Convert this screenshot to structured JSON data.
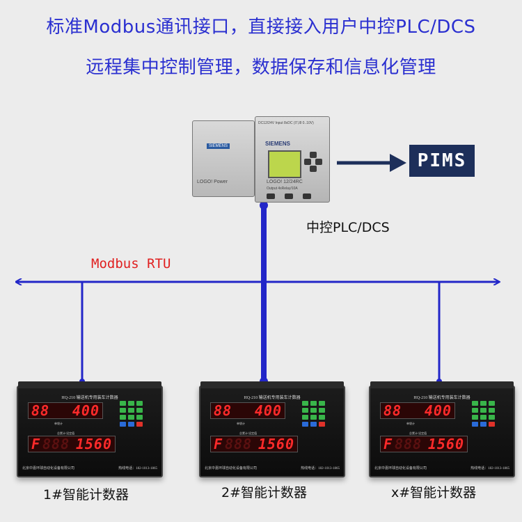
{
  "headline": {
    "line1": "标准Modbus通讯接口，直接接入用户中控PLC/DCS",
    "line2": "远程集中控制管理，数据保存和信息化管理"
  },
  "plc": {
    "label": "中控PLC/DCS",
    "brand": "SIEMENS",
    "logo_left": "LOGO! Power",
    "logo_right": "LOGO! 12/24RC",
    "top_text": "DC12/24V   Input 8xDC (I7,I8 0..10V)",
    "bottom_text": "Output 4xRelay/10A"
  },
  "pims": {
    "label": "PIMS"
  },
  "bus": {
    "label": "Modbus RTU"
  },
  "counters": [
    {
      "label": "1#智能计数器",
      "title": "HQ-210 输送机专用装车计数器",
      "display1_prefix": "88",
      "display1_value": "400",
      "display2_prefix": "F",
      "display2_value": "1560",
      "ghost2": "888",
      "sub1": "单袋计",
      "sub2": "总累计/设定值",
      "company": "北京中嘉环球自动化设备有限公司",
      "hotline": "热线电话：182-1013-1865"
    },
    {
      "label": "2#智能计数器",
      "title": "HQ-210 输送机专用装车计数器",
      "display1_prefix": "88",
      "display1_value": "400",
      "display2_prefix": "F",
      "display2_value": "1560",
      "ghost2": "888",
      "sub1": "单袋计",
      "sub2": "总累计/设定值",
      "company": "北京中嘉环球自动化设备有限公司",
      "hotline": "热线电话：182-1013-1865"
    },
    {
      "label": "x#智能计数器",
      "title": "HQ-210 输送机专用装车计数器",
      "display1_prefix": "88",
      "display1_value": "400",
      "display2_prefix": "F",
      "display2_value": "1560",
      "ghost2": "888",
      "sub1": "单袋计",
      "sub2": "总累计/设定值",
      "company": "北京中嘉环球自动化设备有限公司",
      "hotline": "热线电话：182-1013-1865"
    }
  ],
  "colors": {
    "headline": "#2a2fd0",
    "bus_line": "#2226c8",
    "bus_label": "#e01f1f",
    "pims_bg": "#1d2f5a",
    "arrow": "#1d2f5a"
  }
}
